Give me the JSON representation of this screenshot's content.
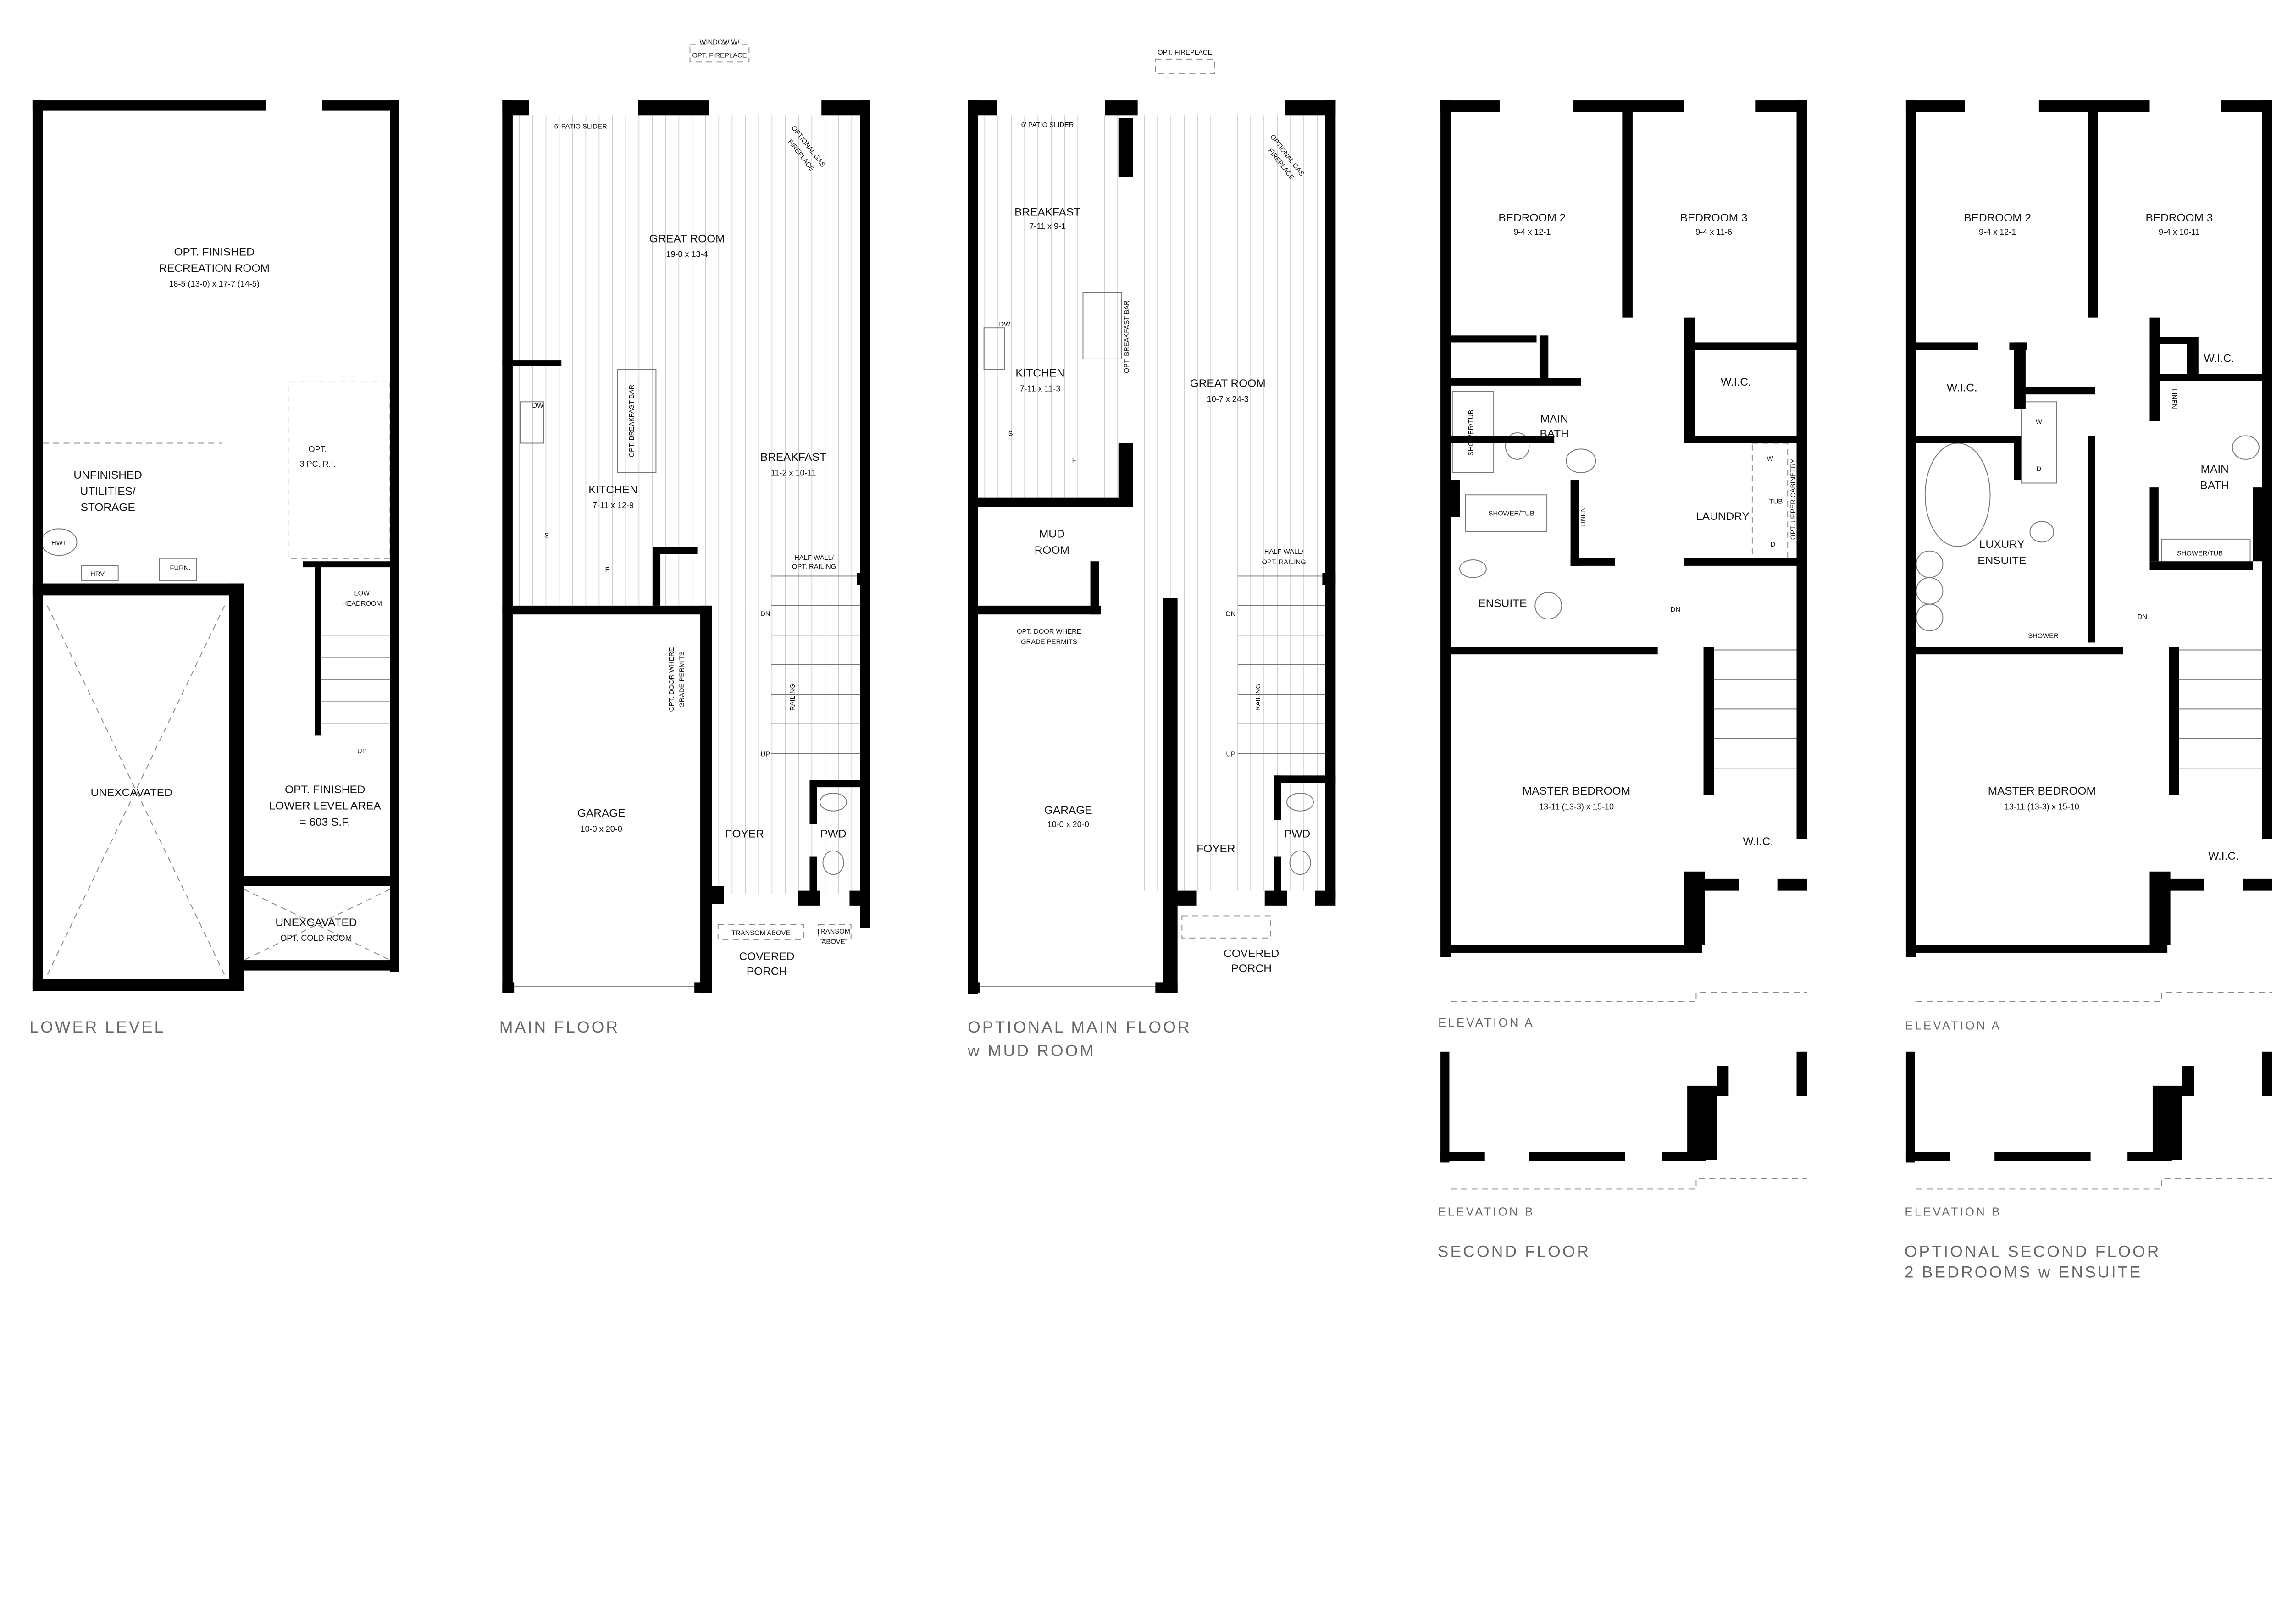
{
  "plans": {
    "lower_level": {
      "title": "LOWER LEVEL",
      "labels": [
        "OPT. FINISHED",
        "RECREATION ROOM",
        "18-5 (13-0) x 17-7 (14-5)",
        "UNFINISHED",
        "UTILITIES/",
        "STORAGE",
        "OPT.",
        "3 PC. R.I.",
        "HWT",
        "HRV",
        "FURN.",
        "LOW",
        "HEADROOM",
        "UP",
        "UNEXCAVATED",
        "OPT. FINISHED",
        "LOWER LEVEL AREA",
        "= 603 S.F.",
        "UNEXCAVATED",
        "OPT. COLD ROOM"
      ]
    },
    "main_floor": {
      "title": "MAIN FLOOR",
      "labels": [
        "WINDOW W/",
        "OPT. FIREPLACE",
        "6' PATIO SLIDER",
        "GREAT ROOM",
        "19-0 x 13-4",
        "OPTIONAL GAS",
        "FIREPLACE",
        "DW",
        "OPT. BREAKFAST BAR",
        "KITCHEN",
        "7-11 x 12-9",
        "S",
        "F",
        "BREAKFAST",
        "11-2 x 10-11",
        "HALF WALL/",
        "OPT. RAILING",
        "DN",
        "OPT. DOOR WHERE",
        "GRADE PERMITS",
        "RAILING",
        "UP",
        "GARAGE",
        "10-0 x 20-0",
        "FOYER",
        "PWD",
        "TRANSOM ABOVE",
        "TRANSOM",
        "ABOVE",
        "COVERED",
        "PORCH"
      ]
    },
    "optional_main_floor": {
      "title": "OPTIONAL MAIN FLOOR",
      "subtitle": "w MUD ROOM",
      "labels": [
        "OPT. FIREPLACE",
        "6' PATIO SLIDER",
        "BREAKFAST",
        "7-11 x 9-1",
        "DW",
        "KITCHEN",
        "7-11 x 11-3",
        "S",
        "F",
        "OPT. BREAKFAST BAR",
        "GREAT ROOM",
        "10-7 x 24-3",
        "OPTIONAL GAS",
        "FIREPLACE",
        "MUD",
        "ROOM",
        "OPT. DOOR WHERE",
        "GRADE PERMITS",
        "HALF WALL/",
        "OPT. RAILING",
        "DN",
        "RAILING",
        "UP",
        "GARAGE",
        "10-0 x 20-0",
        "FOYER",
        "PWD",
        "COVERED",
        "PORCH"
      ]
    },
    "second_floor": {
      "title": "SECOND FLOOR",
      "labels": [
        "BEDROOM 2",
        "9-4 x 12-1",
        "BEDROOM 3",
        "9-4 x 11-6",
        "SHOWER/TUB",
        "MAIN",
        "BATH",
        "W.I.C.",
        "LINEN",
        "SHOWER/TUB",
        "LAUNDRY",
        "W",
        "TUB",
        "D",
        "OPT. UPPER CABINETRY",
        "ENSUITE",
        "DN",
        "MASTER BEDROOM",
        "13-11 (13-3) x 15-10",
        "W.I.C.",
        "ELEVATION A",
        "ELEVATION B"
      ]
    },
    "optional_second_floor": {
      "title": "OPTIONAL SECOND FLOOR",
      "subtitle": "2 BEDROOMS w ENSUITE",
      "labels": [
        "BEDROOM 2",
        "9-4 x 12-1",
        "BEDROOM 3",
        "9-4 x 10-11",
        "W.I.C.",
        "W.I.C.",
        "W",
        "D",
        "LINEN",
        "MAIN",
        "BATH",
        "LUXURY",
        "ENSUITE",
        "SHOWER/TUB",
        "SHOWER",
        "DN",
        "MASTER BEDROOM",
        "13-11 (13-3) x 15-10",
        "W.I.C.",
        "ELEVATION A",
        "ELEVATION B"
      ]
    }
  }
}
